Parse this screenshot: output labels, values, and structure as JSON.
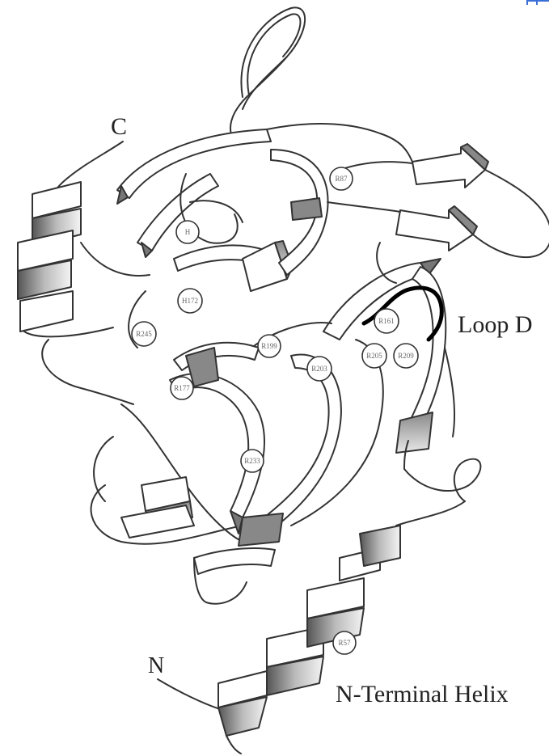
{
  "labels": {
    "c_terminus": "C",
    "loop": "Loop D",
    "n_terminus": "N",
    "helix": "N-Terminal Helix"
  },
  "residues": [
    {
      "id": "r1",
      "text": "R87"
    },
    {
      "id": "r2",
      "text": "H"
    },
    {
      "id": "r3",
      "text": "H172"
    },
    {
      "id": "r4",
      "text": "R245"
    },
    {
      "id": "r5",
      "text": "R199"
    },
    {
      "id": "r6",
      "text": "R203"
    },
    {
      "id": "r7",
      "text": "R161"
    },
    {
      "id": "r8",
      "text": "R205"
    },
    {
      "id": "r9",
      "text": "R209"
    },
    {
      "id": "r10",
      "text": "R177"
    },
    {
      "id": "r11",
      "text": "R233"
    },
    {
      "id": "r12",
      "text": "R57"
    }
  ],
  "colors": {
    "outline": "#333333",
    "strand_fill": "#f7f7f7",
    "shade": "#9a9a9a",
    "loop_highlight": "#000000",
    "corner_mark": "#3a6fd8"
  }
}
